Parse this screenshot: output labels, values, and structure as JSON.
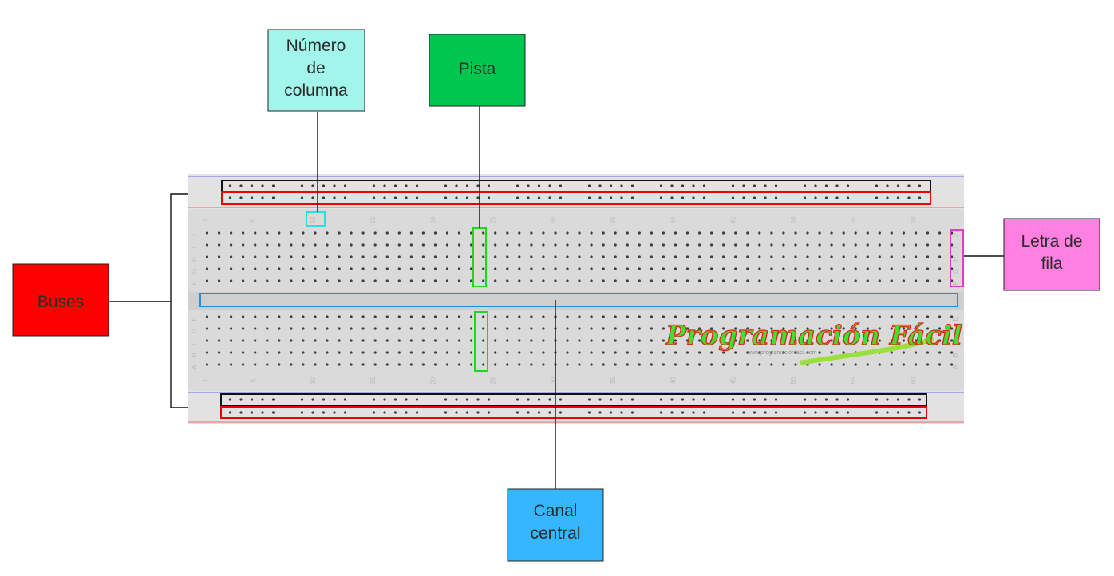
{
  "labels": {
    "buses": "Buses",
    "column_number": [
      "Número",
      "de",
      "columna"
    ],
    "track": "Pista",
    "row_letter": [
      "Letra de",
      "fila"
    ],
    "central_channel": [
      "Canal",
      "central"
    ]
  },
  "watermark": {
    "title": "Programación Fácil",
    "subtitle": "www.programacionfacil.com"
  },
  "breadboard": {
    "columns": 63,
    "column_numbers": [
      "1",
      "5",
      "10",
      "15",
      "20",
      "25",
      "30",
      "35",
      "40",
      "45",
      "50",
      "55",
      "60"
    ],
    "top_rows": [
      "J",
      "I",
      "H",
      "G",
      "F"
    ],
    "bottom_rows": [
      "E",
      "D",
      "C",
      "B",
      "A"
    ]
  },
  "colors": {
    "buses": "#ff0000",
    "column_number": "#a3f5ec",
    "track": "#00c64f",
    "row_letter": "#ff80e0",
    "central_channel": "#35b6ff",
    "board": "#e2e2e2",
    "highlight_column": "#27e0e0",
    "highlight_track": "#1ed81e",
    "highlight_row": "#e040c0",
    "highlight_channel": "#1f8fe6"
  }
}
